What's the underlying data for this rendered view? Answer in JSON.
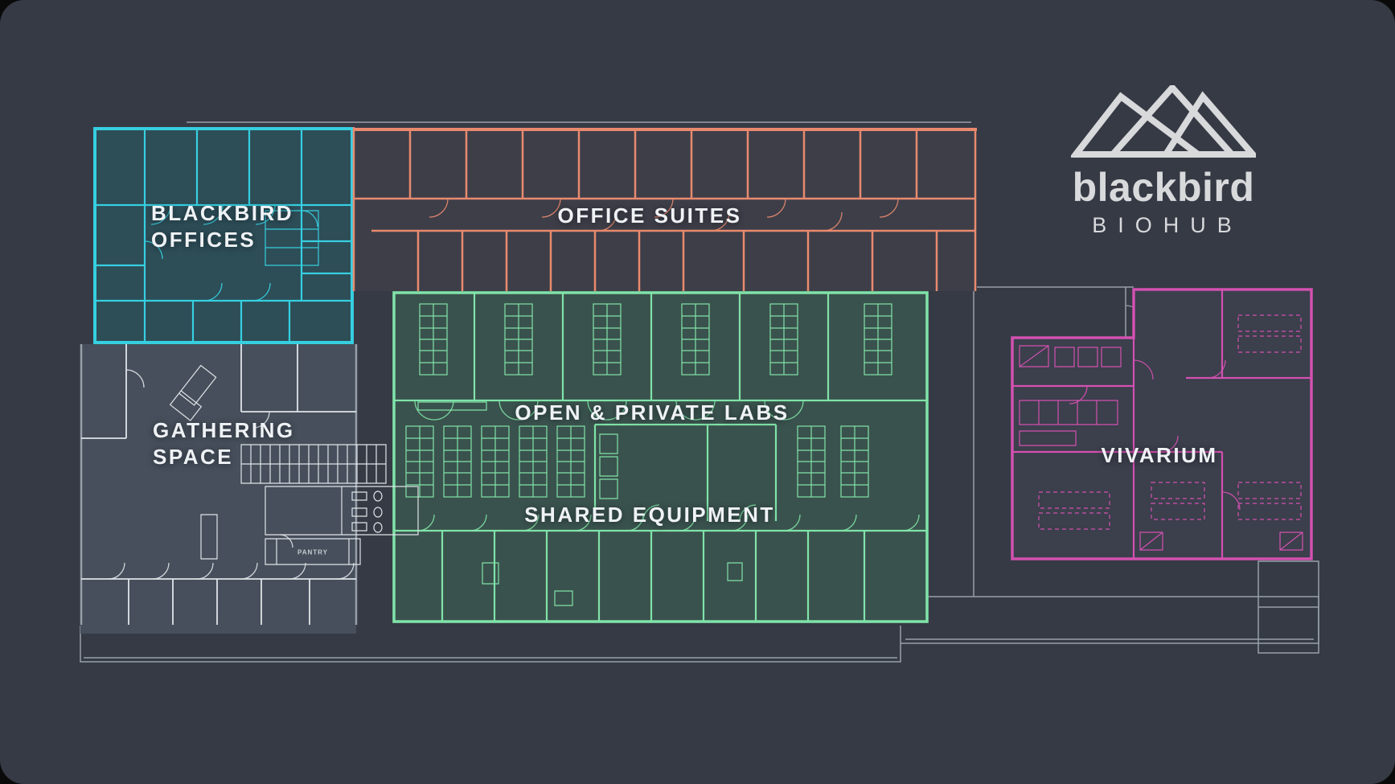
{
  "colors": {
    "page": "#0a0a0b",
    "canvas": "#363a45",
    "teal": "#36cfe0",
    "teal_bg": "#2d4d57",
    "salmon": "#e98a6e",
    "salmon_bg": "#3d3e48",
    "green": "#80e3a9",
    "green_bg": "#3a524d",
    "magenta": "#d251b0",
    "vivarium_bg": "#3c3f4c",
    "gathering_bg": "#464f5b",
    "gray_wall": "#97a0aa",
    "white_wall": "#dfe4e8",
    "label": "#eff2f5",
    "small_label": "#c5ccd3",
    "logo": "#d8d9db"
  },
  "logo": {
    "brand": "blackbird",
    "sub": "BIOHUB",
    "icon": "mountain-peaks-icon"
  },
  "zones": {
    "blackbird_offices": {
      "line1": "BLACKBIRD",
      "line2": "OFFICES"
    },
    "office_suites": {
      "label": "OFFICE SUITES"
    },
    "gathering_space": {
      "line1": "GATHERING",
      "line2": "SPACE"
    },
    "open_private_labs": {
      "label": "OPEN & PRIVATE LABS"
    },
    "shared_equipment": {
      "label": "SHARED EQUIPMENT"
    },
    "vivarium": {
      "label": "VIVARIUM"
    }
  },
  "annotations": {
    "pantry": "PANTRY"
  }
}
